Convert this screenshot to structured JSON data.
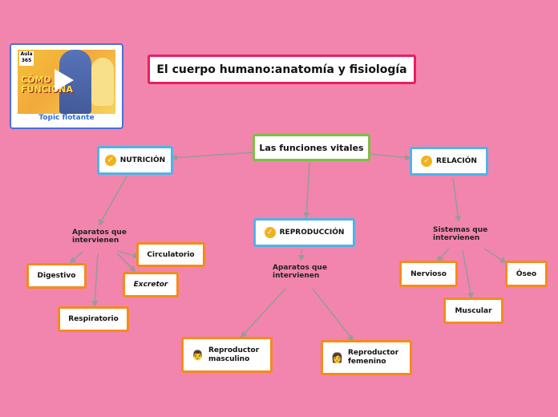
{
  "title": "El cuerpo humano:anatomía y fisiología",
  "topic": {
    "caption": "Topic flotante",
    "logo_line1": "Aula",
    "logo_line2": "365",
    "thumb_line1": "CÓMO",
    "thumb_line2": "FUNCIONA"
  },
  "nodes": {
    "center": "Las funciones vitales",
    "nutricion": "NUTRICIÓN",
    "reproduccion": "REPRODUCCIÓN",
    "relacion": "RELACIÓN",
    "digestivo": "Digestivo",
    "circulatorio": "Circulatorio",
    "excretor": "Excretor",
    "respiratorio": "Respiratorio",
    "rep_masculino": "Reproductor masculino",
    "rep_femenino": "Reproductor femenino",
    "nervioso": "Nervioso",
    "oseo": "Óseo",
    "muscular": "Muscular"
  },
  "labels": {
    "aparatos_nut": "Aparatos que intervienen",
    "aparatos_rep": "Aparatos que intervienen",
    "sistemas_rel": "Sistemas que intervienen"
  },
  "icons": {
    "check": "check-icon",
    "male": "man-emoji-icon",
    "female": "woman-emoji-icon",
    "play": "play-icon"
  },
  "colors": {
    "background": "#f285ad",
    "title_border": "#e91e63",
    "central_border": "#7cc043",
    "main_border": "#4fb3e8",
    "leaf_border": "#f48b1d",
    "check": "#f2b21c",
    "edge": "#9a9a9a"
  }
}
